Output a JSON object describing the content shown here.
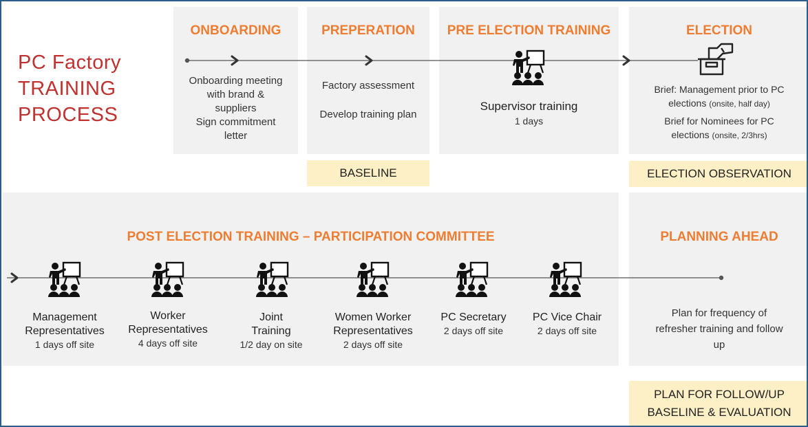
{
  "title_lines": [
    "PC Factory",
    "TRAINING",
    "PROCESS"
  ],
  "phases": {
    "onboarding": {
      "header": "ONBOARDING",
      "lines": [
        "Onboarding meeting",
        "with brand &",
        "suppliers",
        "Sign commitment",
        "letter"
      ]
    },
    "preparation": {
      "header": "PREPERATION",
      "items": [
        "Factory assessment",
        "Develop training plan"
      ],
      "tag": "BASELINE"
    },
    "pre_election": {
      "header": "PRE ELECTION TRAINING",
      "name": "Supervisor training",
      "duration": "1 days"
    },
    "election": {
      "header": "ELECTION",
      "brief1_line1": "Brief: Management prior to PC",
      "brief1_line2": "elections",
      "brief1_note": "(onsite, half day)",
      "brief2_line1": "Brief for Nominees for PC",
      "brief2_line2": "elections",
      "brief2_note": "(onsite, 2/3hrs)",
      "tag": "ELECTION OBSERVATION"
    }
  },
  "post_election": {
    "header": "POST ELECTION TRAINING – PARTICIPATION COMMITTEE",
    "modules": [
      {
        "name1": "Management",
        "name2": "Representatives",
        "duration": "1 days off site"
      },
      {
        "name1": "Worker",
        "name2": "Representatives",
        "duration": "4 days off site"
      },
      {
        "name1": "Joint",
        "name2": "Training",
        "duration": "1/2 day on site"
      },
      {
        "name1": "Women Worker",
        "name2": "Representatives",
        "duration": "2 days off site"
      },
      {
        "name1": "PC Secretary",
        "name2": "",
        "duration": "2 days off site"
      },
      {
        "name1": "PC Vice Chair",
        "name2": "",
        "duration": "2 days off site"
      }
    ]
  },
  "planning": {
    "header": "PLANNING AHEAD",
    "lines": [
      "Plan for frequency of",
      "refresher training and follow",
      "up"
    ],
    "tag_lines": [
      "PLAN FOR FOLLOW/UP",
      "BASELINE & EVALUATION"
    ]
  },
  "colors": {
    "accent": "#ee7d31",
    "title": "#c0322f",
    "panel": "#f1f1f1",
    "tag": "#fdefc6",
    "border": "#2b5f8a"
  },
  "icons": [
    "trainer-icon",
    "ballot-box-icon",
    "arrow-icon"
  ]
}
